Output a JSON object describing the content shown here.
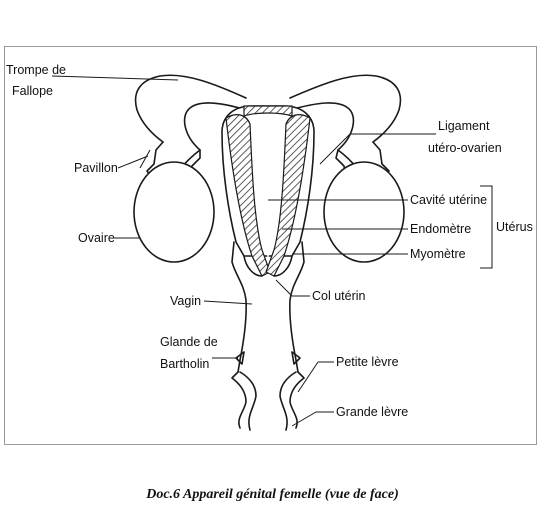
{
  "labels": {
    "trompe_line1": "Trompe de",
    "trompe_line2": "Fallope",
    "pavillon": "Pavillon",
    "ovaire": "Ovaire",
    "vagin": "Vagin",
    "glande_line1": "Glande de",
    "glande_line2": "Bartholin",
    "ligament_line1": "Ligament",
    "ligament_line2": "utéro-ovarien",
    "cavite": "Cavité utérine",
    "endometre": "Endomètre",
    "myometre": "Myomètre",
    "uterus": "Utérus",
    "col": "Col utérin",
    "petite_levre": "Petite lèvre",
    "grande_levre": "Grande lèvre"
  },
  "caption": "Doc.6  Appareil génital femelle (vue de face)"
}
